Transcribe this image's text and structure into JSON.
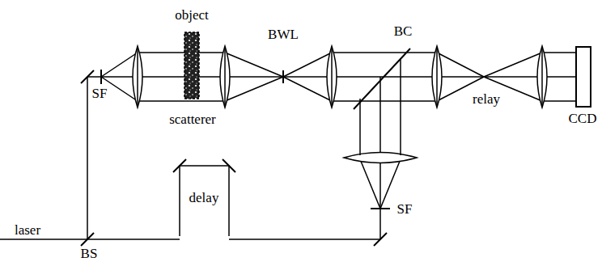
{
  "diagram": {
    "labels": [
      "object",
      "SF",
      "scatterer",
      "BWL",
      "BC",
      "relay",
      "CCD",
      "delay",
      "SF",
      "laser",
      "BS"
    ]
  }
}
